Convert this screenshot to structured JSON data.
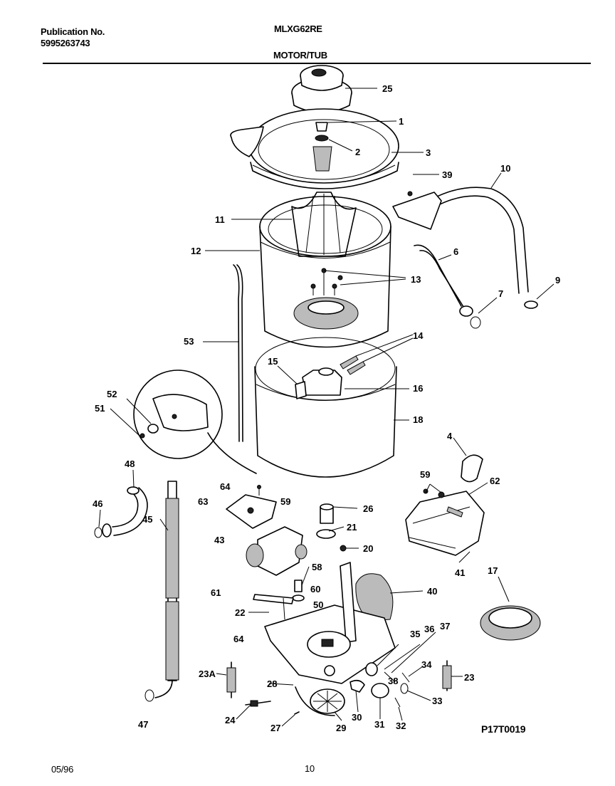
{
  "header": {
    "publication_label": "Publication No.",
    "publication_number": "5995263743",
    "model": "MLXG62RE",
    "section_title": "MOTOR/TUB"
  },
  "footer": {
    "date": "05/96",
    "page_number": "10",
    "diagram_code": "P17T0019"
  },
  "callouts": {
    "c1": "1",
    "c2": "2",
    "c3": "3",
    "c4": "4",
    "c6": "6",
    "c7": "7",
    "c9": "9",
    "c10": "10",
    "c11": "11",
    "c12": "12",
    "c13": "13",
    "c14": "14",
    "c15": "15",
    "c16": "16",
    "c17": "17",
    "c18": "18",
    "c20": "20",
    "c21": "21",
    "c22": "22",
    "c23": "23",
    "c23a": "23A",
    "c24": "24",
    "c25": "25",
    "c26": "26",
    "c27": "27",
    "c28": "28",
    "c29": "29",
    "c30": "30",
    "c31": "31",
    "c32": "32",
    "c33": "33",
    "c34": "34",
    "c35": "35",
    "c36": "36",
    "c37": "37",
    "c38": "38",
    "c39": "39",
    "c40": "40",
    "c41": "41",
    "c43": "43",
    "c45": "45",
    "c46": "46",
    "c47": "47",
    "c48": "48",
    "c50": "50",
    "c51": "51",
    "c52": "52",
    "c53": "53",
    "c58": "58",
    "c59a": "59",
    "c59b": "59",
    "c60": "60",
    "c61": "61",
    "c62": "62",
    "c63": "63",
    "c64a": "64",
    "c64b": "64"
  }
}
